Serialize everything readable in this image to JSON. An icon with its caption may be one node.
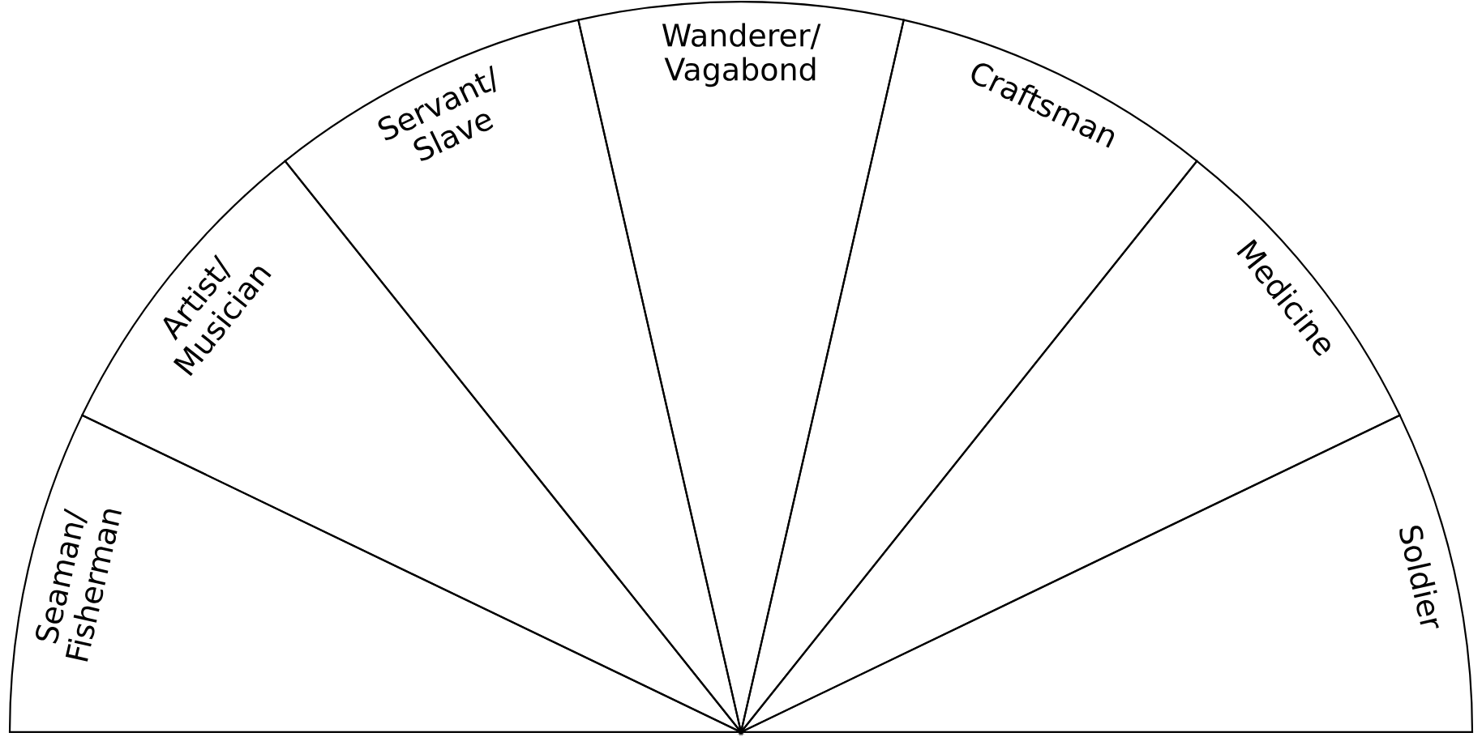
{
  "diagram": {
    "nodes": [
      {
        "text": [
          "Seaman/ Fisherman"
        ]
      },
      {
        "text": [
          "Artist/ Musician"
        ]
      },
      {
        "text": [
          "Servant/ Slave"
        ]
      },
      {
        "text": [
          "Wanderer/ Vagabond"
        ]
      },
      {
        "text": [
          "Craftsman"
        ]
      },
      {
        "text": [
          "Medicine"
        ]
      },
      {
        "text": [
          "Soldier"
        ]
      }
    ]
  }
}
